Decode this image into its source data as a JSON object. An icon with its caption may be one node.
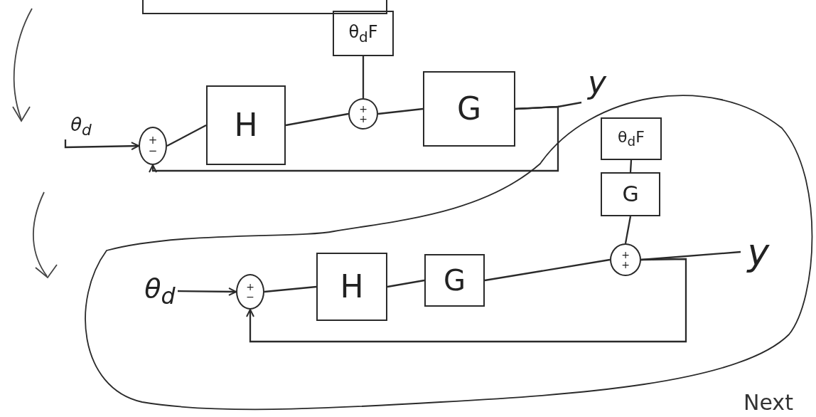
{
  "diagram": {
    "nodes": [
      {
        "text": [],
        "shape": "box"
      },
      {
        "text": [
          "θ$_{d}$"
        ]
      },
      {
        "text": [
          "+",
          "−"
        ]
      },
      {
        "text": [
          "H"
        ]
      },
      {
        "text": [
          "+",
          "+"
        ]
      },
      {
        "text": [
          "θ$_{d}$F"
        ]
      },
      {
        "text": [
          "G"
        ]
      },
      {
        "text": [
          "y"
        ]
      },
      {
        "text": [],
        "shape": "cloud"
      },
      {
        "text": [
          "θ$_{d}$"
        ],
        "in": 8
      },
      {
        "text": [
          "+",
          "−"
        ],
        "in": 8
      },
      {
        "text": [
          "H"
        ],
        "in": 8
      },
      {
        "text": [
          "G"
        ],
        "in": 8
      },
      {
        "text": [
          "+",
          "+"
        ],
        "in": 8
      },
      {
        "text": [
          "θ$_{d}$F"
        ],
        "in": 8
      },
      {
        "text": [
          "G"
        ],
        "in": 8
      },
      {
        "text": [
          "y"
        ],
        "in": 8
      }
    ],
    "edges": [
      {
        "from": 1,
        "to": 2,
        "arrow": "to"
      },
      {
        "from": 2,
        "to": 3,
        "arrow": "none"
      },
      {
        "from": 3,
        "to": 4,
        "arrow": "none"
      },
      {
        "from": 5,
        "to": 4,
        "arrow": "none"
      },
      {
        "from": 4,
        "to": 6,
        "arrow": "none"
      },
      {
        "from": 6,
        "to": 7,
        "arrow": "none"
      },
      {
        "from": 6,
        "to": 2,
        "arrow": "to"
      },
      {
        "from": 9,
        "to": 10,
        "arrow": "to"
      },
      {
        "from": 10,
        "to": 11,
        "arrow": "none"
      },
      {
        "from": 11,
        "to": 12,
        "arrow": "none"
      },
      {
        "from": 12,
        "to": 13,
        "arrow": "none"
      },
      {
        "from": 14,
        "to": 15,
        "arrow": "none"
      },
      {
        "from": 15,
        "to": 13,
        "arrow": "none"
      },
      {
        "from": 13,
        "to": 16,
        "arrow": "none"
      },
      {
        "from": 13,
        "to": 10,
        "arrow": "to"
      }
    ],
    "labels": [
      "Next"
    ]
  }
}
